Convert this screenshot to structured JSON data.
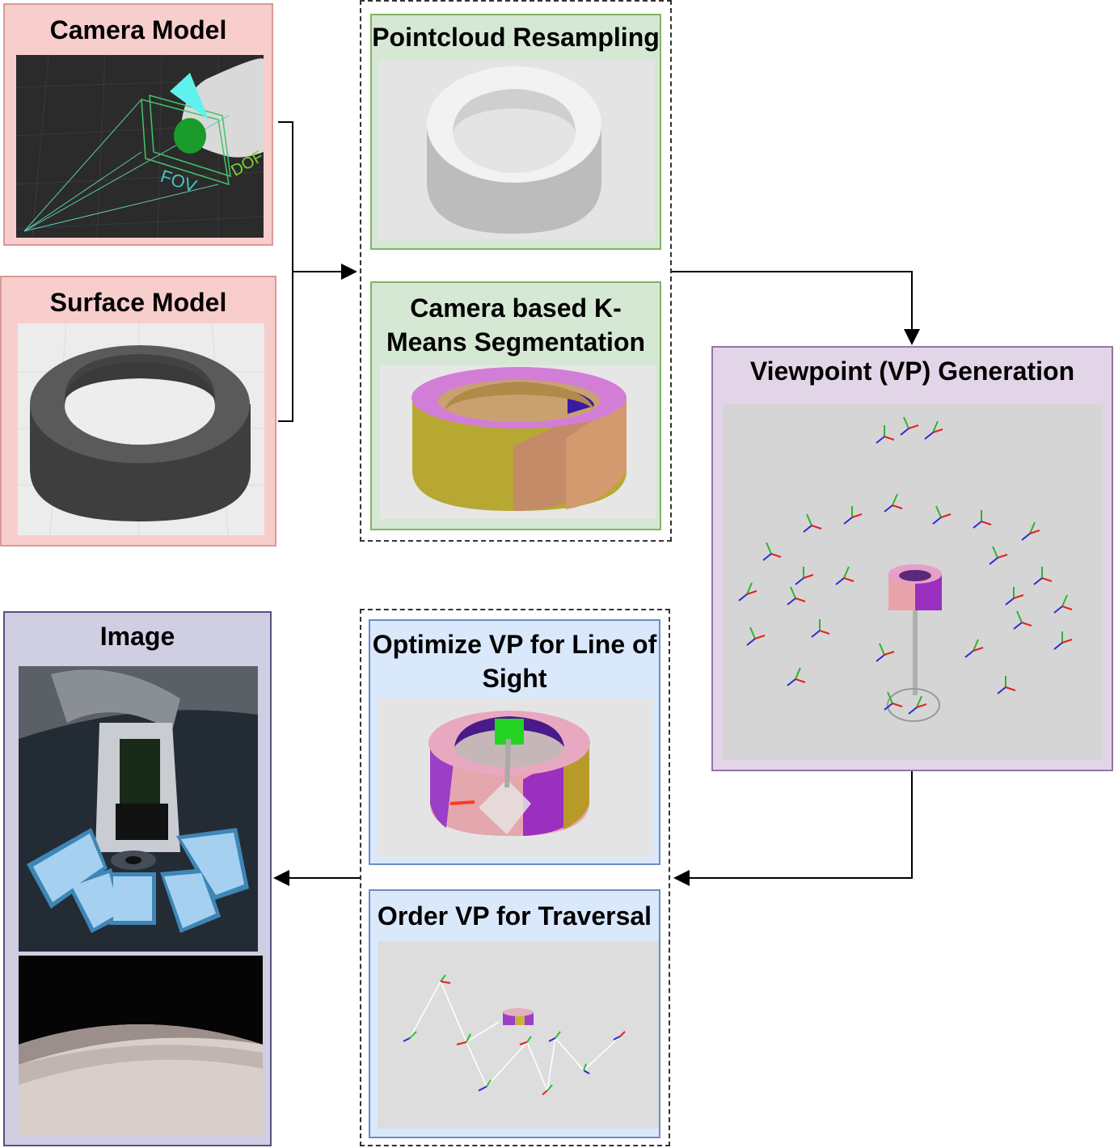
{
  "panels": {
    "camera_model": {
      "title": "Camera Model",
      "fov_label": "FOV",
      "dof_label": "DOF"
    },
    "surface_model": {
      "title": "Surface Model"
    },
    "pointcloud_resampling": {
      "title": "Pointcloud Resampling"
    },
    "kmeans_segmentation": {
      "title_line1": "Camera based K-",
      "title_line2": "Means Segmentation"
    },
    "viewpoint_generation": {
      "title": "Viewpoint (VP) Generation"
    },
    "optimize_vp": {
      "title_line1": "Optimize VP for Line of",
      "title_line2": "Sight"
    },
    "order_vp": {
      "title": "Order VP for Traversal"
    },
    "image": {
      "title": "Image"
    }
  },
  "colors": {
    "red_panel_fill": "#f8cecc",
    "red_panel_border": "#d79b94",
    "green_panel_fill": "#d5e8d4",
    "green_panel_border": "#82b366",
    "purple_panel_fill": "#e1d5e7",
    "purple_panel_border": "#9673a6",
    "blue_panel_fill": "#dae8fc",
    "blue_panel_border": "#6c8ebf",
    "image_panel_fill": "#d0cee2",
    "image_panel_border": "#56517e"
  }
}
